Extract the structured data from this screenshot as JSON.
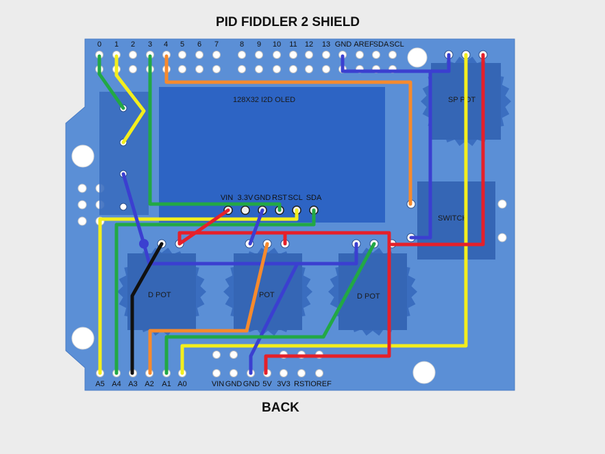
{
  "title": "PID FIDDLER 2 SHIELD",
  "footer": "BACK",
  "colors": {
    "board": "#5b8fd6",
    "module": "#3a6dbf",
    "oled_screen": "#2d64c4",
    "wire_green": "#22a845",
    "wire_yellow": "#f3ee1d",
    "wire_orange": "#f68a2d",
    "wire_blue": "#3b3fd0",
    "wire_red": "#e5202a",
    "wire_black": "#111111"
  },
  "digital_pins": [
    "0",
    "1",
    "2",
    "3",
    "4",
    "5",
    "6",
    "7",
    "8",
    "9",
    "10",
    "11",
    "12",
    "13",
    "GND",
    "AREF",
    "SDA",
    "SCL"
  ],
  "analog_pins": [
    "A5",
    "A4",
    "A3",
    "A2",
    "A1",
    "A0"
  ],
  "power_pins": [
    "VIN",
    "GND",
    "GND",
    "5V",
    "3V3",
    "RST",
    "IOREF"
  ],
  "oled": {
    "label": "128X32 I2D OLED",
    "pins": [
      "VIN",
      "3.3V",
      "GND",
      "RST",
      "SCL",
      "SDA"
    ]
  },
  "components": {
    "sp_pot": "SP POT",
    "switch": "SWITCH",
    "pot_left": "D POT",
    "pot_middle": "POT",
    "pot_right": "D POT"
  }
}
